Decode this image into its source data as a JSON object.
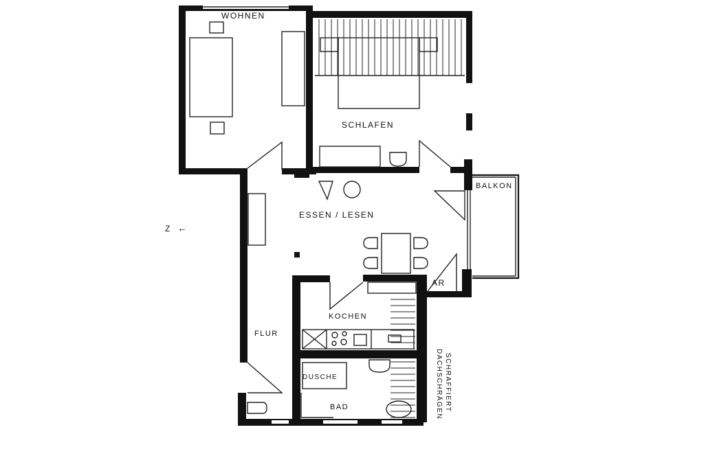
{
  "rooms": {
    "wohnen": "WOHNEN",
    "schlafen": "SCHLAFEN",
    "balkon": "BALKON",
    "essen_lesen": "ESSEN / LESEN",
    "ar": "AR",
    "kochen": "KOCHEN",
    "flur": "FLUR",
    "dusche": "DUSCHE",
    "bad": "BAD"
  },
  "north": {
    "label": "Z",
    "arrow": "←",
    "icon": "north-arrow-icon"
  },
  "note": {
    "line1": "DACHSCHRÄGEN",
    "line2": "SCHRAFFIERT"
  },
  "colors": {
    "ink": "#111111",
    "paper": "#ffffff"
  }
}
